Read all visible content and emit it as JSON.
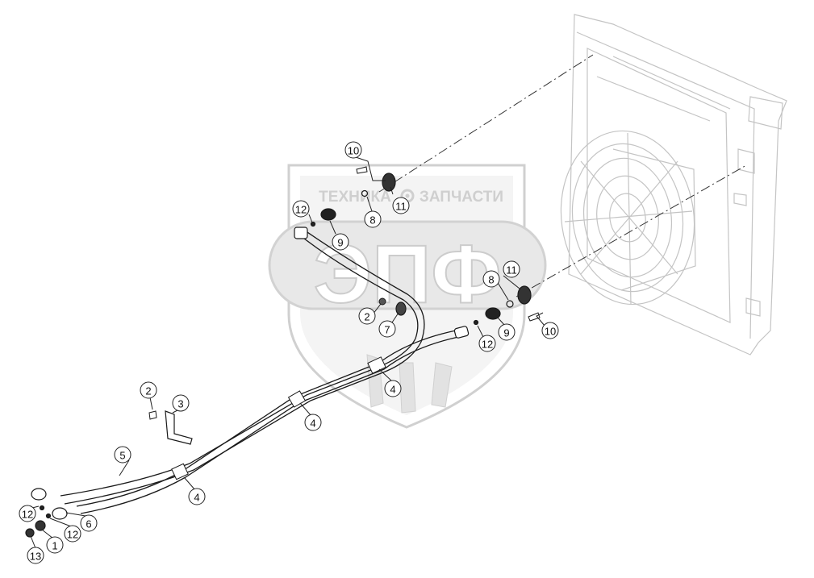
{
  "watermark": {
    "left_word": "ТЕХНИКА",
    "right_word": "ЗАПЧАСТИ",
    "logo": "ЭПФ",
    "gear_icon": "gear-icon"
  },
  "colors": {
    "line": "#1a1a1a",
    "watermark_fill": "#d9d9d9",
    "watermark_stroke": "#bdbdbd",
    "radiator": "#c4c4c4"
  },
  "callouts": [
    {
      "id": "c10a",
      "label": "10"
    },
    {
      "id": "c11a",
      "label": "11"
    },
    {
      "id": "c8a",
      "label": "8"
    },
    {
      "id": "c12a",
      "label": "12"
    },
    {
      "id": "c9a",
      "label": "9"
    },
    {
      "id": "c11b",
      "label": "11"
    },
    {
      "id": "c8b",
      "label": "8"
    },
    {
      "id": "c2a",
      "label": "2"
    },
    {
      "id": "c7",
      "label": "7"
    },
    {
      "id": "c9b",
      "label": "9"
    },
    {
      "id": "c10b",
      "label": "10"
    },
    {
      "id": "c12b",
      "label": "12"
    },
    {
      "id": "c4a",
      "label": "4"
    },
    {
      "id": "c4b",
      "label": "4"
    },
    {
      "id": "c2b",
      "label": "2"
    },
    {
      "id": "c3",
      "label": "3"
    },
    {
      "id": "c5",
      "label": "5"
    },
    {
      "id": "c4c",
      "label": "4"
    },
    {
      "id": "c12c",
      "label": "12"
    },
    {
      "id": "c12d",
      "label": "12"
    },
    {
      "id": "c6",
      "label": "6"
    },
    {
      "id": "c13",
      "label": "13"
    },
    {
      "id": "c1",
      "label": "1"
    }
  ]
}
